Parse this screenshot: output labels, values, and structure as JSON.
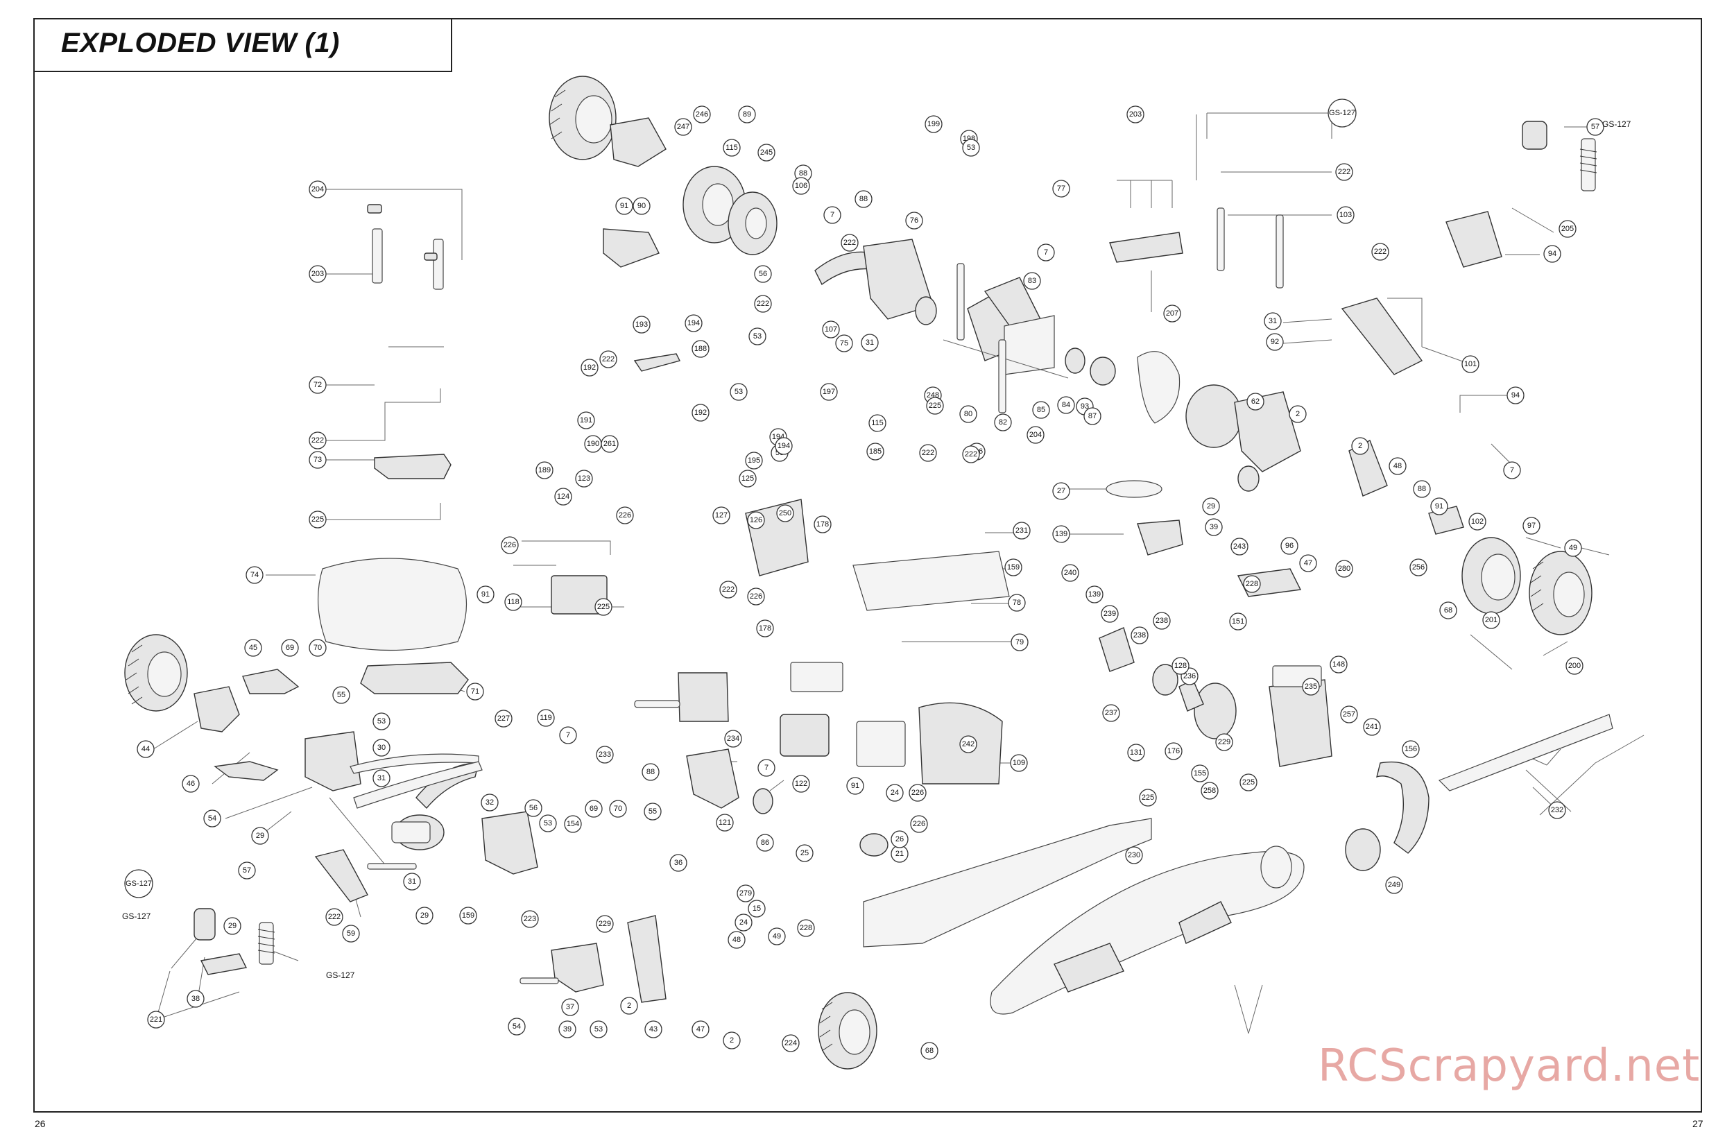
{
  "page": {
    "title": "EXPLODED VIEW (1)",
    "page_left": "26",
    "page_right": "27"
  },
  "watermark": "RCScrapyard.net",
  "labels": {
    "gs_top_right": "GS-127",
    "gs_left_1": "GS-127",
    "gs_left_2": "GS-127"
  },
  "callouts": [
    "204",
    "203",
    "72",
    "222",
    "73",
    "225",
    "74",
    "71",
    "91",
    "118",
    "44",
    "45",
    "69",
    "70",
    "55",
    "53",
    "30",
    "31",
    "46",
    "54",
    "29",
    "57",
    "222",
    "59",
    "GS-127",
    "221",
    "38",
    "29",
    "32",
    "56",
    "53",
    "154",
    "69",
    "70",
    "55",
    "36",
    "31",
    "29",
    "159",
    "223",
    "279",
    "15",
    "24",
    "229",
    "2",
    "43",
    "48",
    "49",
    "228",
    "37",
    "39",
    "53",
    "47",
    "2",
    "224",
    "68",
    "54",
    "227",
    "119",
    "7",
    "233",
    "88",
    "234",
    "7",
    "121",
    "86",
    "122",
    "91",
    "24",
    "226",
    "21",
    "25",
    "26",
    "109",
    "226",
    "242",
    "225",
    "226",
    "178",
    "115",
    "246",
    "89",
    "247",
    "115",
    "245",
    "88",
    "106",
    "7",
    "88",
    "222",
    "91",
    "90",
    "56",
    "222",
    "107",
    "76",
    "31",
    "75",
    "199",
    "198",
    "53",
    "194",
    "53",
    "222",
    "193",
    "192",
    "188",
    "53",
    "197",
    "191",
    "192",
    "190",
    "261",
    "195",
    "194",
    "53",
    "194",
    "189",
    "123",
    "124",
    "125",
    "226",
    "127",
    "126",
    "250",
    "222",
    "226",
    "178",
    "222",
    "226",
    "185",
    "222",
    "231",
    "159",
    "78",
    "79",
    "77",
    "7",
    "83",
    "248",
    "80",
    "82",
    "85",
    "84",
    "93",
    "225",
    "87",
    "204",
    "203",
    "207",
    "GS-127",
    "222",
    "103",
    "57",
    "205",
    "94",
    "222",
    "31",
    "92",
    "101",
    "62",
    "2",
    "94",
    "7",
    "2",
    "48",
    "88",
    "91",
    "102",
    "29",
    "39",
    "229",
    "243",
    "96",
    "47",
    "280",
    "256",
    "97",
    "49",
    "228",
    "68",
    "201",
    "200",
    "27",
    "139",
    "240",
    "139",
    "239",
    "237",
    "238",
    "238",
    "236",
    "128",
    "176",
    "131",
    "155",
    "258",
    "151",
    "148",
    "235",
    "257",
    "241",
    "156",
    "232",
    "225",
    "249",
    "225",
    "230"
  ]
}
